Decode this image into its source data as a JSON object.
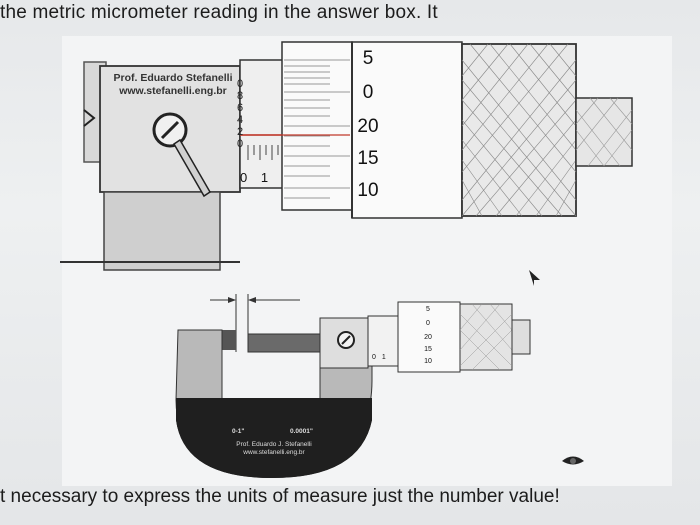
{
  "question_top": "the metric micrometer reading in the answer box. It",
  "question_bottom": "t necessary to express the units of measure just the number value!",
  "credit_large": {
    "line1": "Prof. Eduardo Stefanelli",
    "line2": "www.stefanelli.eng.br"
  },
  "sleeve_upper_scale": "0 8 6 4 2 0",
  "sleeve_lower_scale": "0 1",
  "thimble_scale": [
    "5",
    "0",
    "20",
    "15",
    "10"
  ],
  "small_micrometer": {
    "range_label": "0-1\"",
    "resolution_label": "0.0001\"",
    "credit_line1": "Prof. Eduardo J. Stefanelli",
    "credit_line2": "www.stefanelli.eng.br",
    "thimble_scale": [
      "5",
      "0",
      "20",
      "15",
      "10"
    ],
    "sleeve_scale": "0 1"
  }
}
